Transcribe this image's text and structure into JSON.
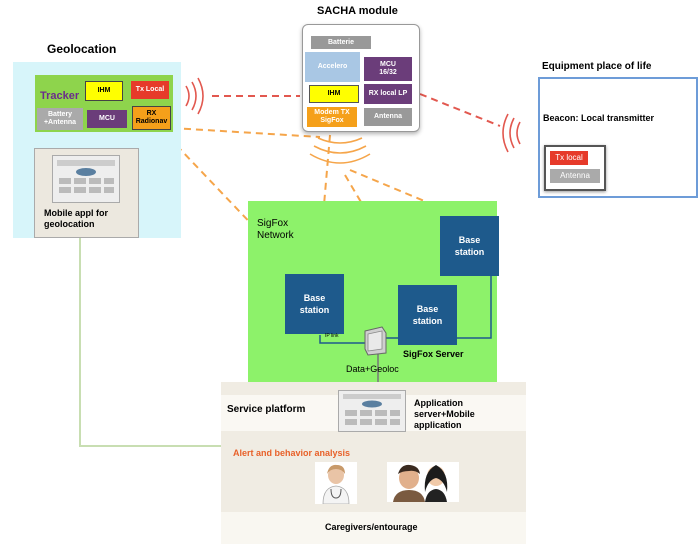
{
  "sacha": {
    "title": "SACHA module",
    "batterie": "Batterie",
    "accelero": "Accelero",
    "mcu": "MCU\n16/32",
    "ihm": "IHM",
    "rx_local": "RX local LP",
    "modem": "Modem TX\nSigFox",
    "antenna": "Antenna"
  },
  "geolocation": {
    "title": "Geolocation",
    "tracker": "Tracker",
    "ihm": "IHM",
    "tx_local": "Tx Local",
    "battery": "Battery\n+Antenna",
    "mcu": "MCU",
    "rx": "RX\nRadionav",
    "mobile_app": "Mobile appl for geolocation"
  },
  "equipment": {
    "title": "Equipment place of life",
    "beacon": "Beacon: Local transmitter",
    "tx_local": "Tx local",
    "antenna": "Antenna"
  },
  "sigfox": {
    "network": "SigFox\nNetwork",
    "base_station": "Base\nstation",
    "ip_link": "IP link",
    "server": "SigFox Server",
    "data": "Data+Geoloc"
  },
  "service": {
    "platform": "Service platform",
    "app_server": "Application server+Mobile application",
    "alert": "Alert and behavior analysis",
    "caregivers": "Caregivers/entourage"
  },
  "colors": {
    "orange_dash": "#f5a54a",
    "red_dash": "#e2584f",
    "station_blue": "#1e5a8c",
    "link_line": "#bcd9a0"
  }
}
